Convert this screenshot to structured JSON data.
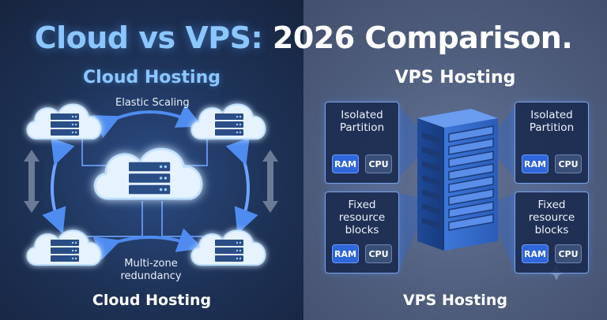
{
  "title": {
    "part1": "Cloud vs VPS:",
    "part2": "2026 Comparison."
  },
  "cloud": {
    "heading": "Cloud Hosting",
    "footer": "Cloud Hosting",
    "elastic_label": "Elastic Scaling",
    "multizone_line1": "Multi-zone",
    "multizone_line2": "redundancy"
  },
  "vps": {
    "heading": "VPS Hosting",
    "footer": "VPS Hosting",
    "boxes": [
      {
        "line1": "Isolated",
        "line2": "Partition",
        "line3": "",
        "ram": "RAM",
        "cpu": "CPU"
      },
      {
        "line1": "Isolated",
        "line2": "Partition",
        "line3": "",
        "ram": "RAM",
        "cpu": "CPU"
      },
      {
        "line1": "Fixed",
        "line2": "resource",
        "line3": "blocks",
        "ram": "RAM",
        "cpu": "CPU"
      },
      {
        "line1": "Fixed",
        "line2": "resource",
        "line3": "blocks",
        "ram": "RAM",
        "cpu": "CPU"
      }
    ]
  },
  "colors": {
    "cloud_accent": "#8cc6ff",
    "left_bg": "#1e3358",
    "right_bg": "#4f5d7d",
    "ram_chip": "#2f66d9",
    "cpu_chip": "#3a4f78"
  }
}
